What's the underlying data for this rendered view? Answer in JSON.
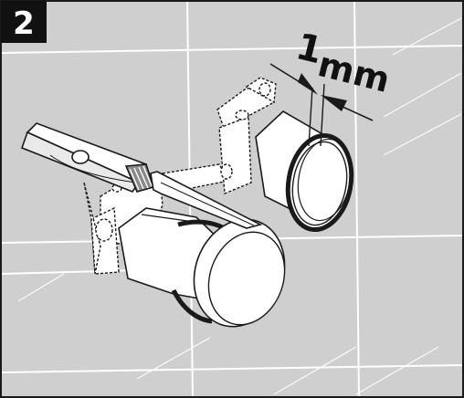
{
  "step": {
    "number": "2"
  },
  "dimension": {
    "value": "1",
    "unit": "mm"
  },
  "colors": {
    "background": "#cfcfcf",
    "border": "#1a1a1a",
    "tile_grout": "#ffffff",
    "part_fill": "#ffffff",
    "outline": "#1a1a1a",
    "step_box": "#111111",
    "step_text": "#ffffff"
  },
  "icons": [
    "knife-tool-icon",
    "pipe-sleeve-icon",
    "mounting-bracket-icon",
    "dimension-arrow-icon"
  ]
}
